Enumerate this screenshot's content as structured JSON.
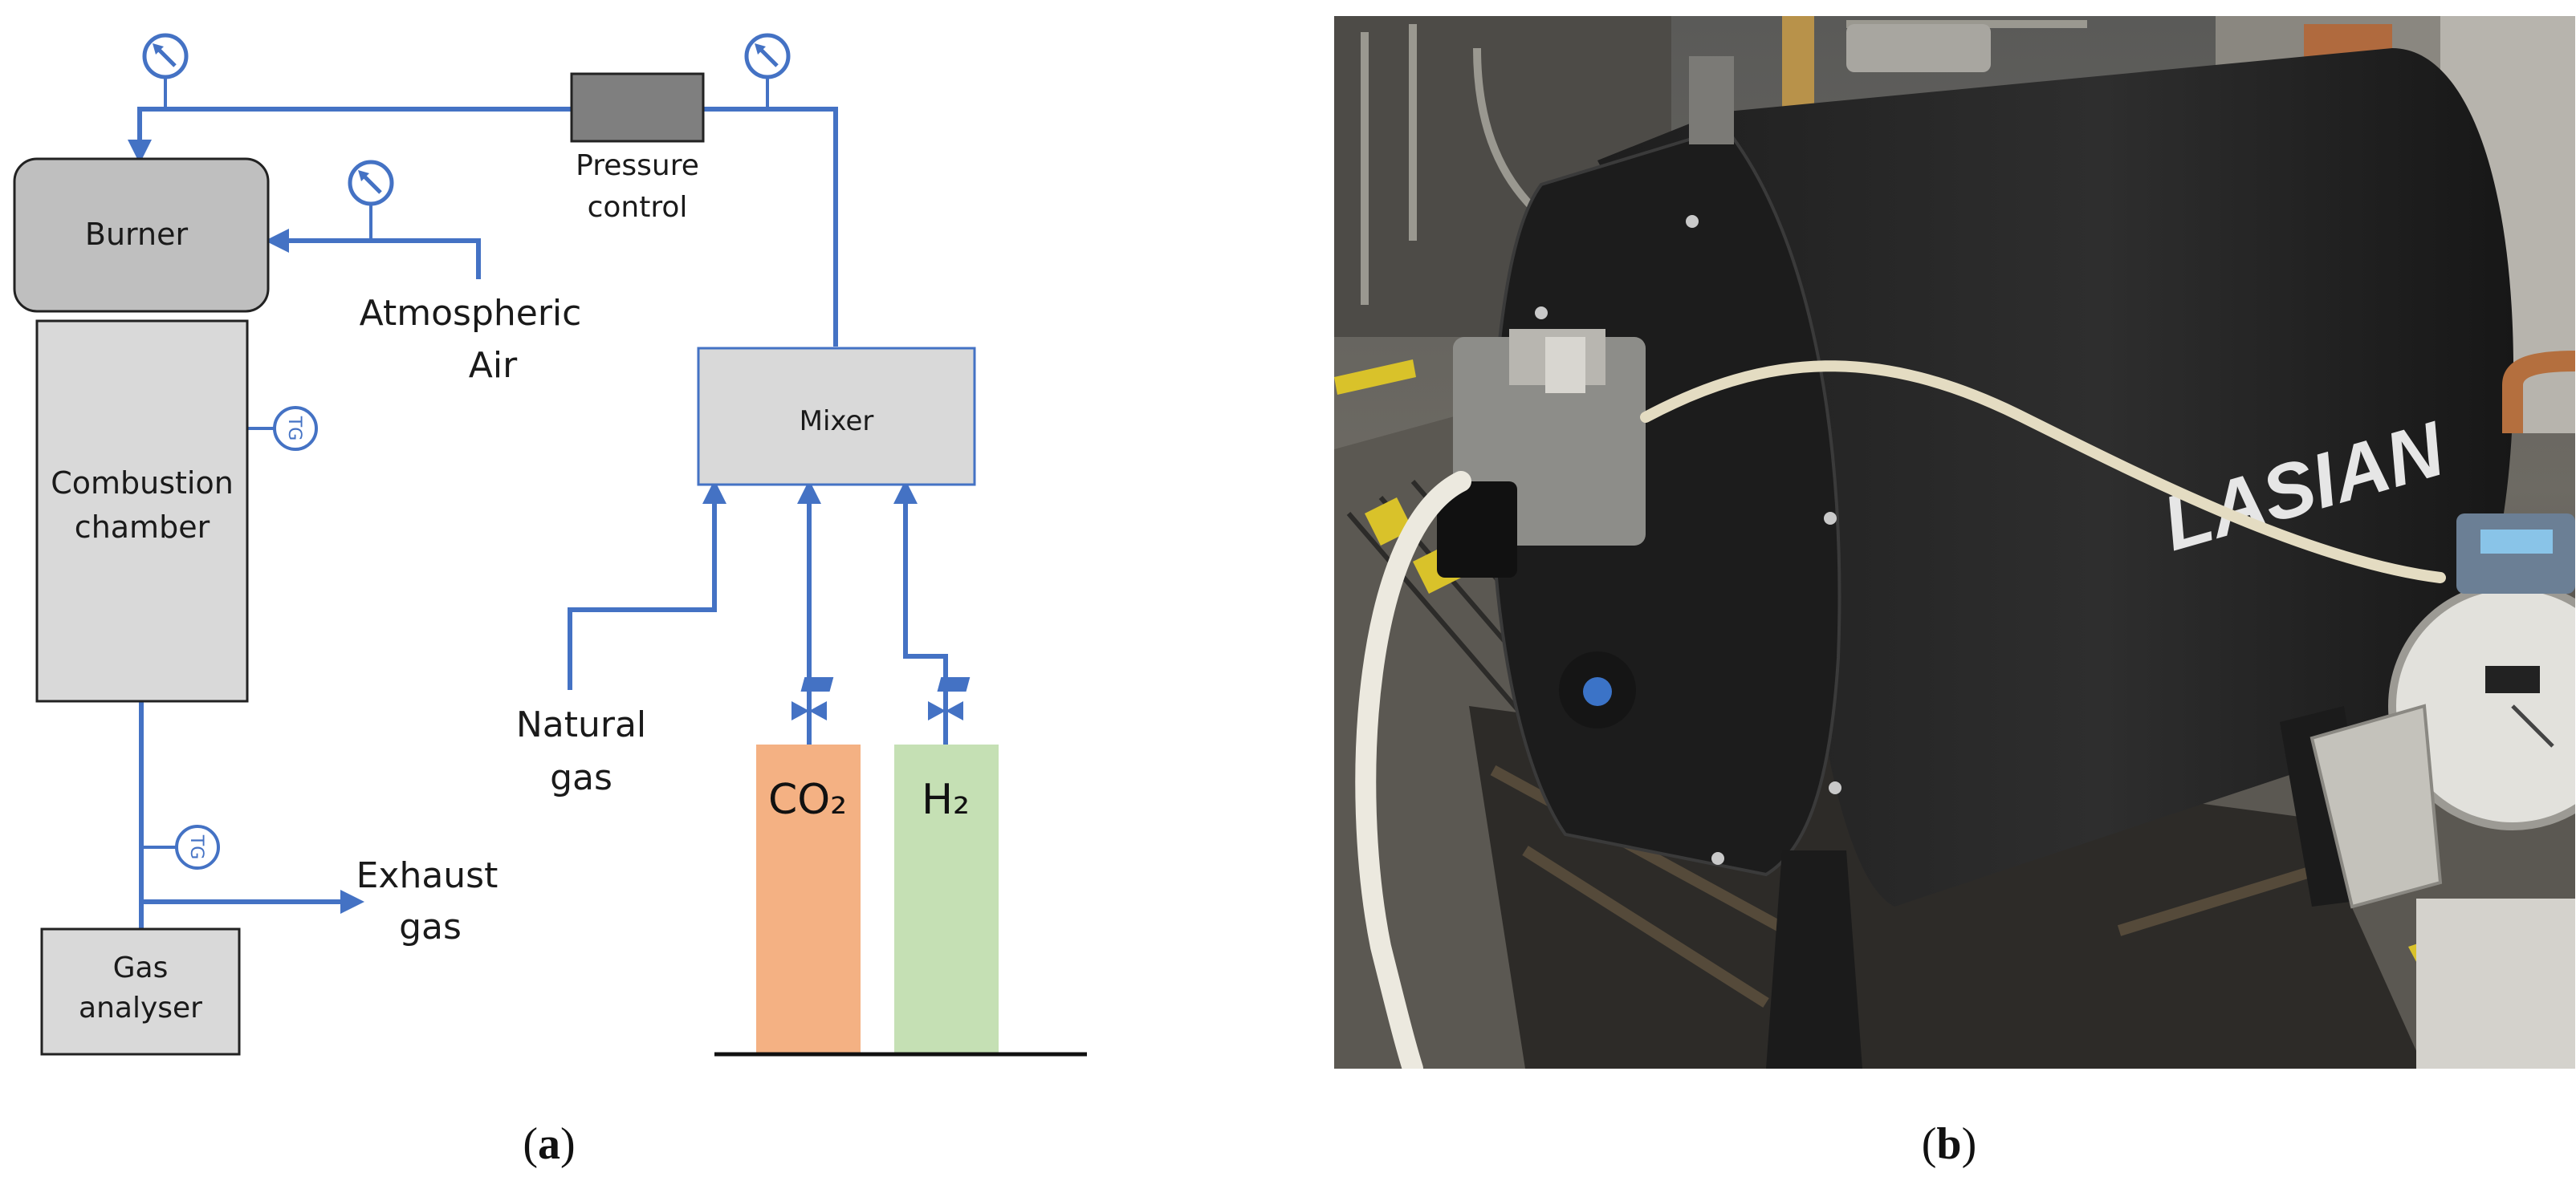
{
  "colors": {
    "pipe": "#4472c4",
    "burner_fill": "#bfbfbf",
    "chamber_fill": "#d9d9d9",
    "control_fill": "#7f7f7f",
    "co2_cylinder": "#f4b183",
    "h2_cylinder": "#c5e0b4",
    "photo_boiler": "#2a2a2a"
  },
  "panel_a": {
    "components": {
      "burner": "Burner",
      "combustion_line1": "Combustion",
      "combustion_line2": "chamber",
      "gas_analyser_line1": "Gas",
      "gas_analyser_line2": "analyser",
      "pressure_control_line1": "Pressure",
      "pressure_control_line2": "control",
      "mixer": "Mixer"
    },
    "labels": {
      "air_line1": "Atmospheric",
      "air_line2": "Air",
      "natural_gas_line1": "Natural",
      "natural_gas_line2": "gas",
      "exhaust_line1": "Exhaust",
      "exhaust_line2": "gas",
      "tg": "TG"
    },
    "cylinders": {
      "co2": "CO₂",
      "h2": "H₂"
    },
    "icons": [
      "pressure-gauge-icon",
      "thermocouple-icon",
      "valve-icon"
    ]
  },
  "panel_b": {
    "brand_text": "LASIAN",
    "subject": "boiler-photo"
  },
  "captions": {
    "a_open": "(",
    "a_letter": "a",
    "a_close": ")",
    "b_open": "(",
    "b_letter": "b",
    "b_close": ")"
  }
}
